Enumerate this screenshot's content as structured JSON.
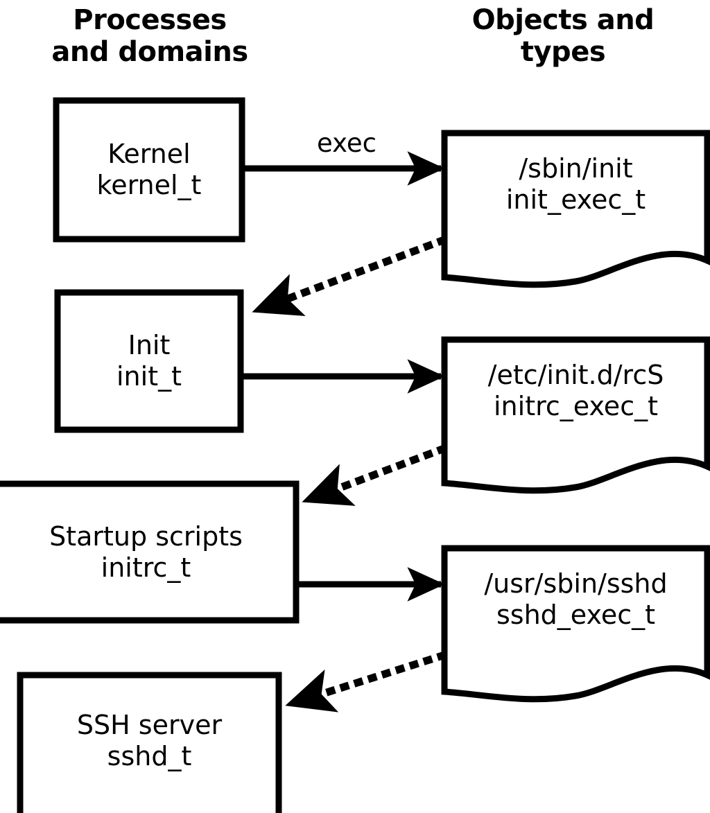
{
  "diagram": {
    "title_left": "Processes\nand domains",
    "headers": {
      "left_line1": "Processes",
      "left_line2": "and domains",
      "right_line1": "Objects and",
      "right_line2": "types"
    },
    "colors": {
      "stroke": "#000000",
      "fill": "#ffffff",
      "background": "#ffffff"
    },
    "process_nodes": [
      {
        "id": "kernel",
        "line1": "Kernel",
        "line2": "kernel_t"
      },
      {
        "id": "init",
        "line1": "Init",
        "line2": "init_t"
      },
      {
        "id": "initrc",
        "line1": "Startup scripts",
        "line2": "initrc_t"
      },
      {
        "id": "sshd",
        "line1": "SSH server",
        "line2": "sshd_t"
      }
    ],
    "object_nodes": [
      {
        "id": "init_exec",
        "line1": "/sbin/init",
        "line2": "init_exec_t"
      },
      {
        "id": "initrc_exec",
        "line1": "/etc/init.d/rcS",
        "line2": "initrc_exec_t"
      },
      {
        "id": "sshd_exec",
        "line1": "/usr/sbin/sshd",
        "line2": "sshd_exec_t"
      }
    ],
    "edges": [
      {
        "id": "e1",
        "from": "kernel",
        "to": "init_exec",
        "label": "exec",
        "style": "solid"
      },
      {
        "id": "e2",
        "from": "init_exec",
        "to": "init",
        "label": "",
        "style": "dotted"
      },
      {
        "id": "e3",
        "from": "init",
        "to": "initrc_exec",
        "label": "",
        "style": "solid"
      },
      {
        "id": "e4",
        "from": "initrc_exec",
        "to": "initrc",
        "label": "",
        "style": "dotted"
      },
      {
        "id": "e5",
        "from": "initrc",
        "to": "sshd_exec",
        "label": "",
        "style": "solid"
      },
      {
        "id": "e6",
        "from": "sshd_exec",
        "to": "sshd",
        "label": "",
        "style": "dotted"
      }
    ]
  }
}
